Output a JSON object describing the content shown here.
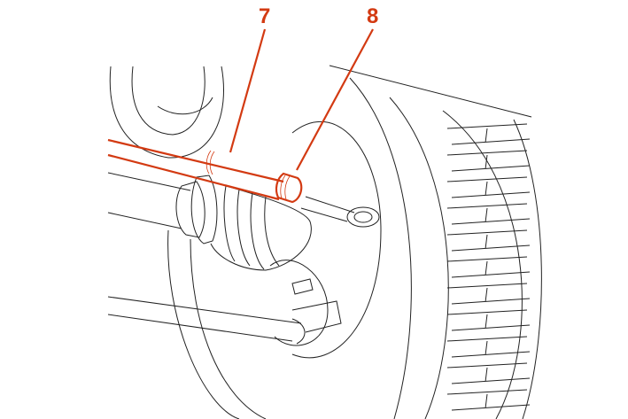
{
  "diagram": {
    "callouts": [
      {
        "label": "7",
        "part": "tie-rod-sleeve"
      },
      {
        "label": "8",
        "part": "tie-rod-clamp"
      }
    ],
    "colors": {
      "callout": "#d33a12",
      "line": "#222222"
    }
  }
}
